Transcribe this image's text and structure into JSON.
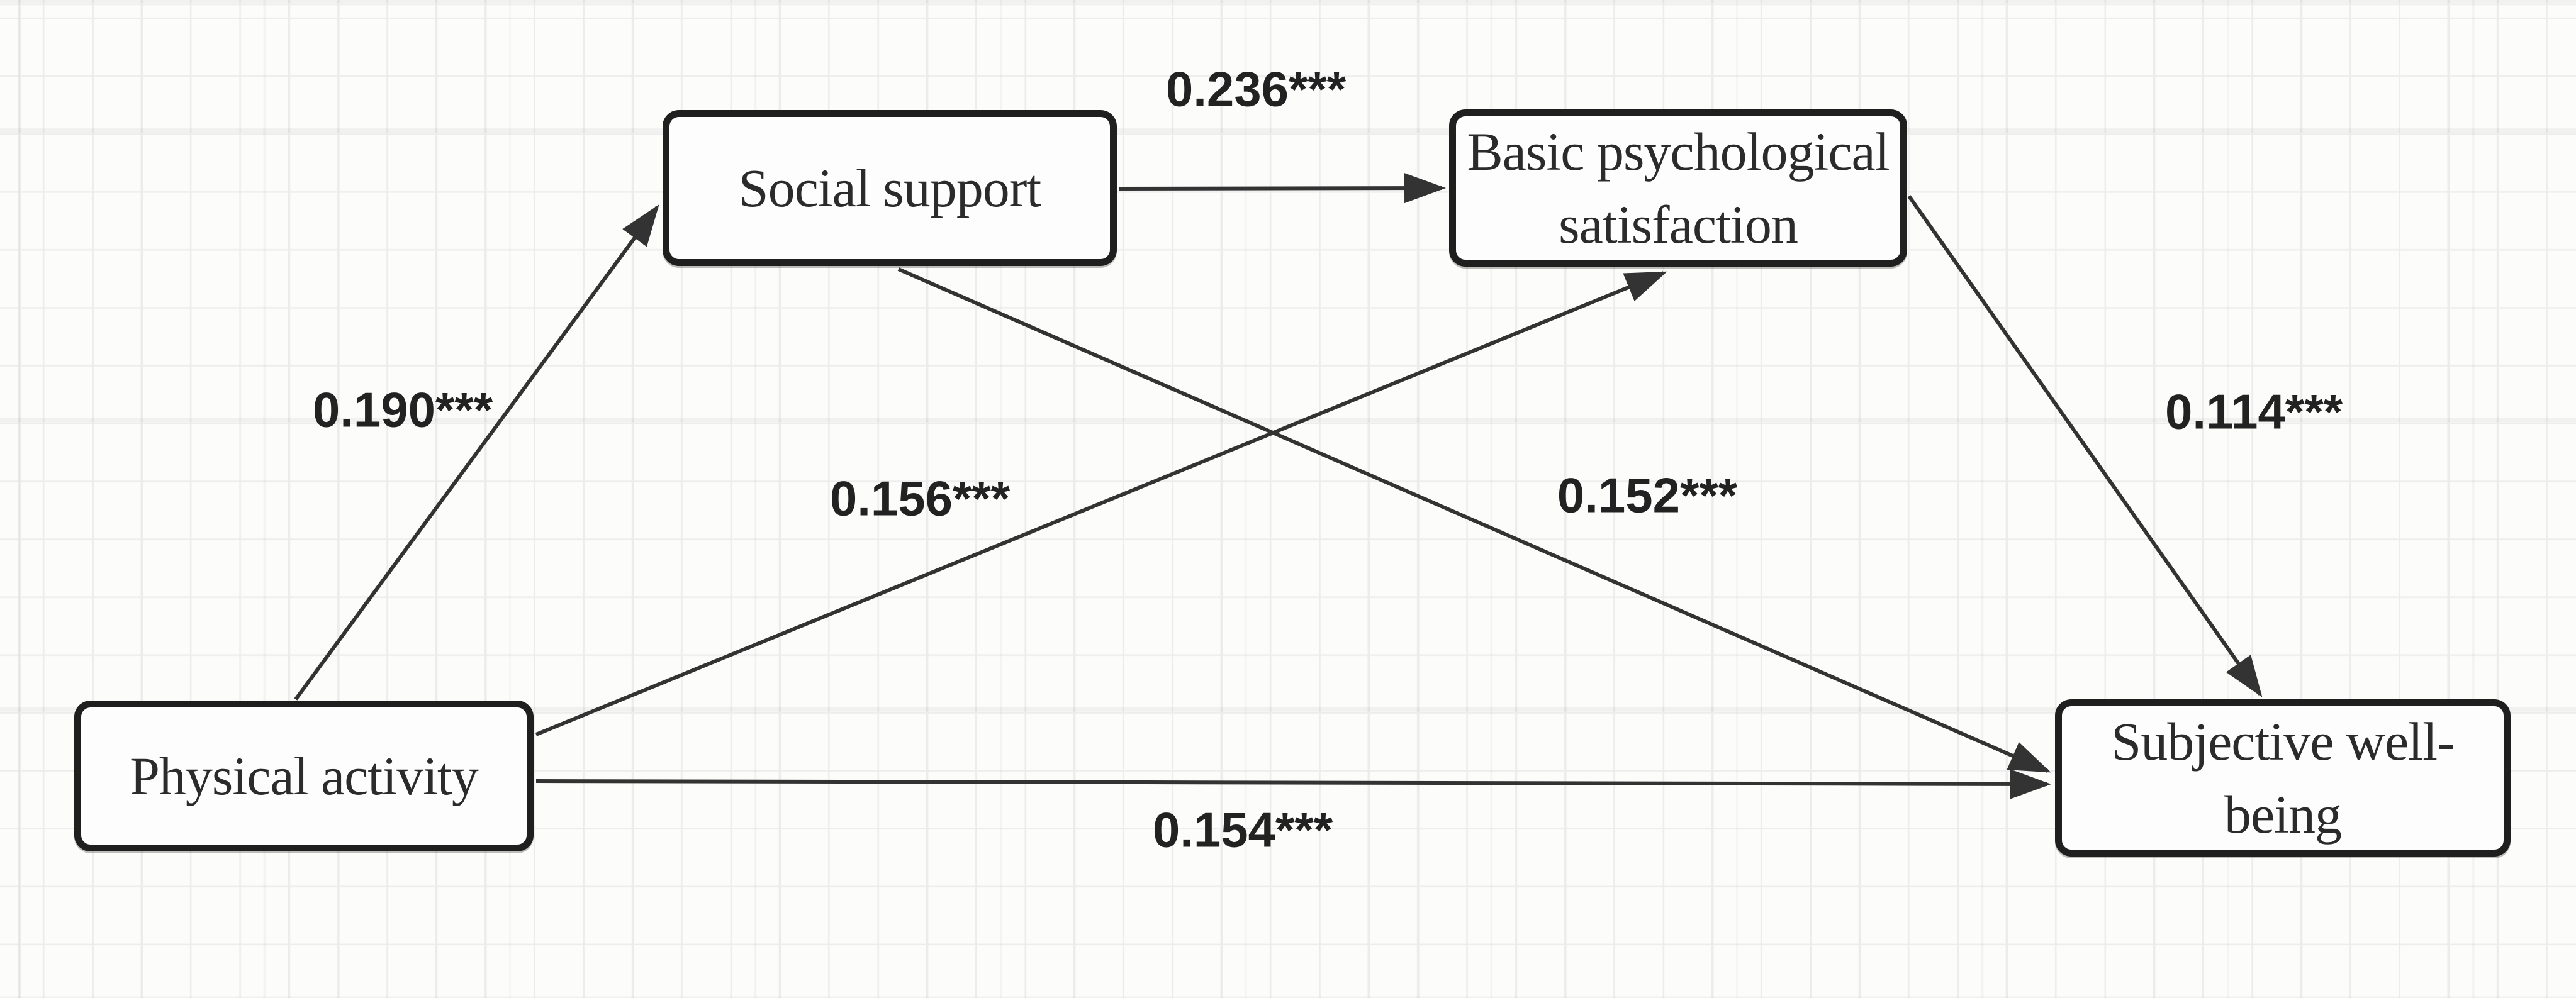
{
  "figure": {
    "type": "mediation-path-diagram",
    "description": "Path model of physical activity, social support, basic psychological satisfaction and subjective well-being",
    "background_color": "#fcfcfb",
    "grid_line_color": "#ececec",
    "box_border_color": "#1f1f1f",
    "box_fill_color": "#fdfdfd",
    "text_color": "#2b2b2b",
    "arrow_color": "#333333"
  },
  "nodes": [
    {
      "id": "physical-activity",
      "label": "Physical activity",
      "lines": [
        "Physical activity"
      ]
    },
    {
      "id": "social-support",
      "label": "Social support",
      "lines": [
        "Social support"
      ]
    },
    {
      "id": "basic-psychological-satisfaction",
      "label": "Basic psychological satisfaction",
      "lines": [
        "Basic psychological",
        "satisfaction"
      ]
    },
    {
      "id": "subjective-well-being",
      "label": "Subjective well-being",
      "lines": [
        "Subjective well-",
        "being"
      ]
    }
  ],
  "edges": [
    {
      "from": "physical-activity",
      "to": "social-support",
      "label": "0.190***",
      "value": 0.19,
      "significance": "***"
    },
    {
      "from": "social-support",
      "to": "basic-psychological-satisfaction",
      "label": "0.236***",
      "value": 0.236,
      "significance": "***"
    },
    {
      "from": "physical-activity",
      "to": "basic-psychological-satisfaction",
      "label": "0.156***",
      "value": 0.156,
      "significance": "***"
    },
    {
      "from": "social-support",
      "to": "subjective-well-being",
      "label": "0.152***",
      "value": 0.152,
      "significance": "***"
    },
    {
      "from": "basic-psychological-satisfaction",
      "to": "subjective-well-being",
      "label": "0.114***",
      "value": 0.114,
      "significance": "***"
    },
    {
      "from": "physical-activity",
      "to": "subjective-well-being",
      "label": "0.154***",
      "value": 0.154,
      "significance": "***"
    }
  ]
}
